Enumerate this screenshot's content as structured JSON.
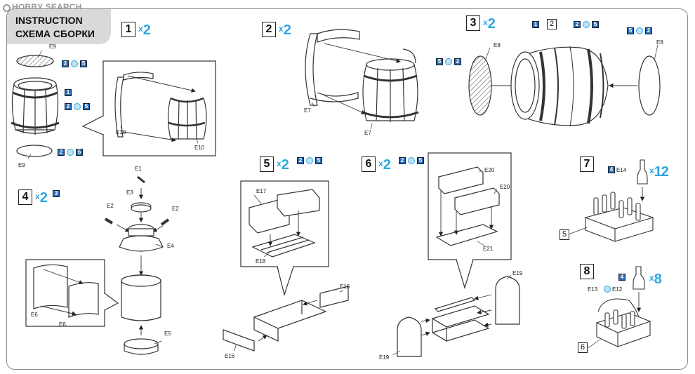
{
  "site_logo": "HOBBY SEARCH",
  "title": {
    "line1": "INSTRUCTION",
    "line2": "СХЕМА СБОРКИ"
  },
  "steps": {
    "s1": {
      "number": "1",
      "multiplier": "2"
    },
    "s2": {
      "number": "2",
      "multiplier": "2"
    },
    "s3": {
      "number": "3",
      "multiplier": "2"
    },
    "s4": {
      "number": "4",
      "multiplier": "2"
    },
    "s5": {
      "number": "5",
      "multiplier": "2"
    },
    "s6": {
      "number": "6",
      "multiplier": "2"
    },
    "s7": {
      "number": "7",
      "multiplier": "12"
    },
    "s8": {
      "number": "8",
      "multiplier": "8"
    }
  },
  "paint_codes": {
    "p1": "1",
    "p2": "2",
    "p3": "3",
    "p4": "4",
    "p5": "5"
  },
  "part_labels": {
    "e1": "E1",
    "e2": "E2",
    "e3": "E3",
    "e4": "E4",
    "e5": "E5",
    "e6": "E6",
    "e7": "E7",
    "e8": "E8",
    "e9": "E9",
    "e10": "E10",
    "e12": "E12",
    "e13": "E13",
    "e14": "E14",
    "e16": "E16",
    "e17": "E17",
    "e18": "E18",
    "e19": "E19",
    "e20": "E20",
    "e21": "E21"
  },
  "ref_numbers": {
    "step2": "2",
    "step5": "5",
    "step6": "6"
  },
  "colors": {
    "accent_blue": "#2fa6df",
    "paint_box": "#2e6bb5",
    "title_tab": "#d9d9d9",
    "line": "#333333"
  }
}
